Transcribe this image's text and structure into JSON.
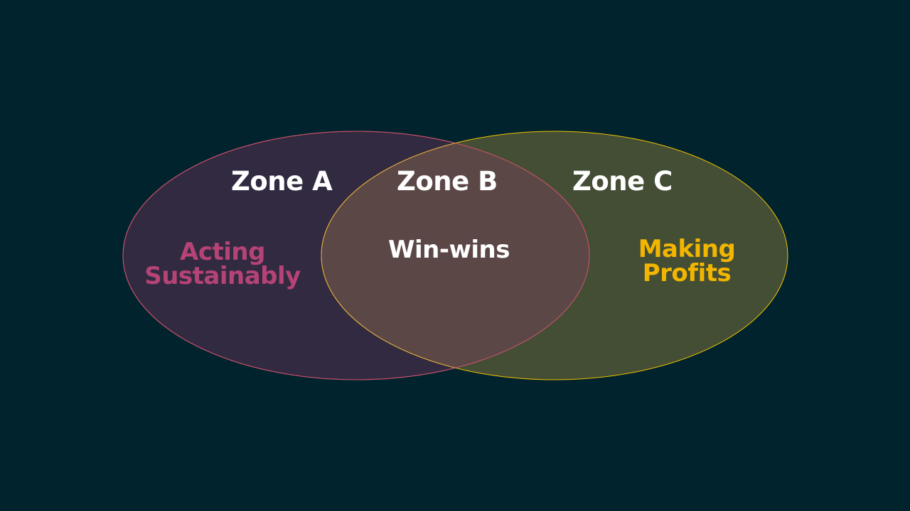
{
  "zones": {
    "a": "Zone A",
    "b": "Zone B",
    "c": "Zone C"
  },
  "left_circle": {
    "line1": "Acting",
    "line2": "Sustainably"
  },
  "overlap": {
    "label": "Win-wins"
  },
  "right_circle": {
    "line1": "Making",
    "line2": "Profits"
  },
  "colors": {
    "background": "#00232d",
    "left_accent": "#b54376",
    "right_accent": "#f2b500",
    "zone_text": "#ffffff"
  }
}
